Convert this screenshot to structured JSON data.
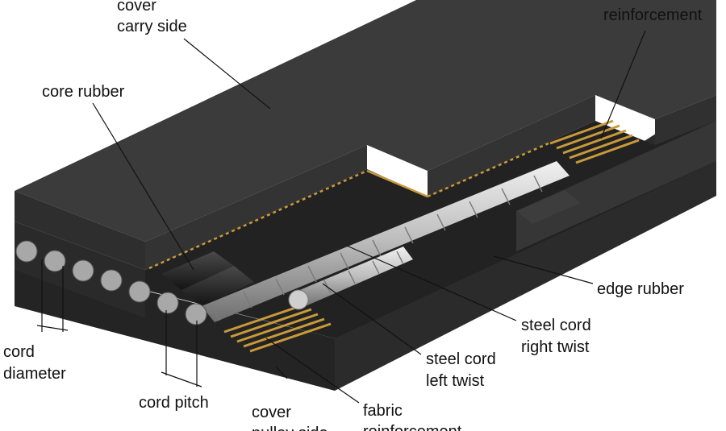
{
  "labels": {
    "cover_carry_top": "cover",
    "cover_carry_bottom": "carry side",
    "reinforcement_top": "reinforcement",
    "core_rubber": "core rubber",
    "edge_rubber": "edge rubber",
    "steel_right_top": "steel cord",
    "steel_right_bottom": "right twist",
    "steel_left_top": "steel cord",
    "steel_left_bottom": "left twist",
    "cord_diameter_top": "cord",
    "cord_diameter_bottom": "diameter",
    "cord_pitch": "cord pitch",
    "cover_pulley_top": "cover",
    "cover_pulley_bottom": "pulley side",
    "fabric_top": "fabric",
    "fabric_bottom": "reinforcement"
  },
  "colors": {
    "cover_top": "#3a3a3a",
    "belt_side": "#2a2a2a",
    "belt_front": "#232323",
    "core": "#1c1c1c",
    "steel_light": "#d6d6d6",
    "steel_dark": "#8a8a8a",
    "fabric": "#c99a3a"
  }
}
